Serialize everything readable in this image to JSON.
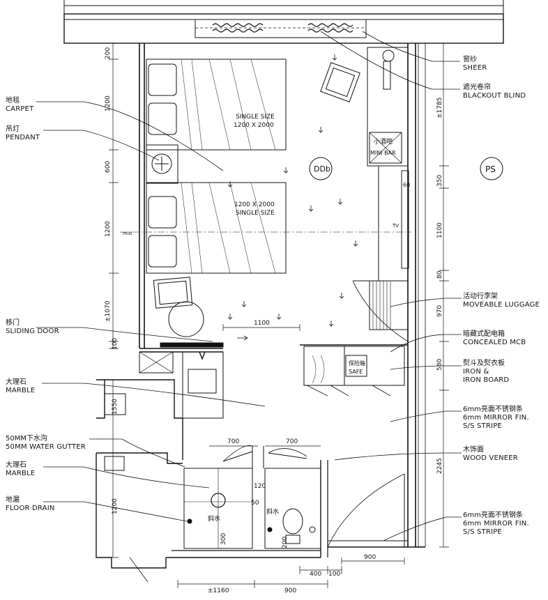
{
  "drawing": {
    "room_type_tag": "DDb",
    "ps_tag": "PS"
  },
  "labels_left": [
    {
      "zh": "地毯",
      "en": "CARPET"
    },
    {
      "zh": "吊灯",
      "en": "PENDANT"
    },
    {
      "zh": "移门",
      "en": "SLIDING DOOR"
    },
    {
      "zh": "大理石",
      "en": "MARBLE"
    },
    {
      "zh": "50MM下水沟",
      "en": "50MM WATER GUTTER"
    },
    {
      "zh": "大理石",
      "en": "MARBLE"
    },
    {
      "zh": "地漏",
      "en": "FLOOR DRAIN"
    }
  ],
  "labels_right": [
    {
      "zh": "窗纱",
      "en": "SHEER"
    },
    {
      "zh": "遮光卷帘",
      "en": "BLACKOUT BLIND"
    },
    {
      "zh": "活动行李架",
      "en": "MOVEABLE LUGGAGE"
    },
    {
      "zh": "暗藏式配电箱",
      "en": "CONCEALED MCB"
    },
    {
      "zh": "熨斗及熨衣板",
      "en": "IRON &amp;",
      "en2": "IRON BOARD"
    },
    {
      "zh": "6mm亮面不锈钢条",
      "en": "6mm MIRROR FIN.",
      "en2": "S/S STRIPE"
    },
    {
      "zh": "木饰面",
      "en": "WOOD VENEER"
    },
    {
      "zh": "6mm亮面不锈钢条",
      "en": "6mm MIRROR FIN.",
      "en2": "S/S STRIPE"
    }
  ],
  "room_text": {
    "bed1_line1": "SINGLE SIZE",
    "bed1_line2": "1200 X 2000",
    "bed2_line1": "1200 X 2000",
    "bed2_line2": "SINGLE SIZE",
    "minibar_zh": "小酒吧",
    "minibar_en": "MINI BAR",
    "tv": "TV",
    "safe_zh": "保险箱",
    "safe_en": "SAFE",
    "slope_1": "斜水",
    "slope_2": "斜水",
    "center_mark": "mid"
  },
  "dims_left": [
    "200",
    "1200",
    "600",
    "1200",
    "±1070",
    "100",
    "1550",
    "1200"
  ],
  "dims_right": [
    "±1785",
    "350",
    "60",
    "1100",
    "80",
    "970",
    "580",
    "2245"
  ],
  "dims_inner": [
    "1100",
    "700",
    "700",
    "120",
    "50",
    "300",
    "200"
  ],
  "dims_bottom": [
    "900",
    "400",
    "100",
    "±1160",
    "900"
  ]
}
